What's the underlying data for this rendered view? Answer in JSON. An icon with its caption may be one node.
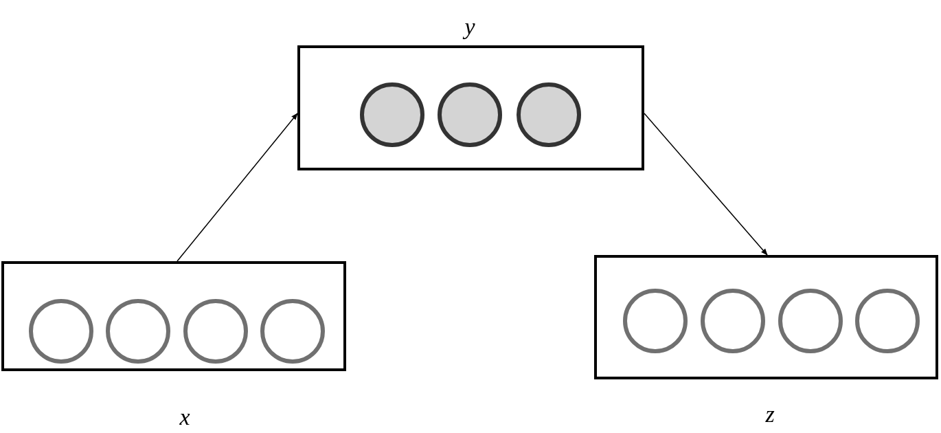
{
  "diagram": {
    "nodes": [
      {
        "text": [
          "x"
        ]
      },
      {
        "text": [],
        "shape": "circle",
        "in": 0
      },
      {
        "text": [],
        "shape": "circle",
        "in": 0
      },
      {
        "text": [],
        "shape": "circle",
        "in": 0
      },
      {
        "text": [],
        "shape": "circle",
        "in": 0
      },
      {
        "text": [
          "y"
        ]
      },
      {
        "text": [],
        "shape": "circle",
        "in": 5
      },
      {
        "text": [],
        "shape": "circle",
        "in": 5
      },
      {
        "text": [],
        "shape": "circle",
        "in": 5
      },
      {
        "text": [
          "z"
        ]
      },
      {
        "text": [],
        "shape": "circle",
        "in": 9
      },
      {
        "text": [],
        "shape": "circle",
        "in": 9
      },
      {
        "text": [],
        "shape": "circle",
        "in": 9
      },
      {
        "text": [],
        "shape": "circle",
        "in": 9
      }
    ],
    "edges": [
      {
        "from": 0,
        "to": 5,
        "arrow": "to"
      },
      {
        "from": 5,
        "to": 9,
        "arrow": "to"
      }
    ]
  }
}
